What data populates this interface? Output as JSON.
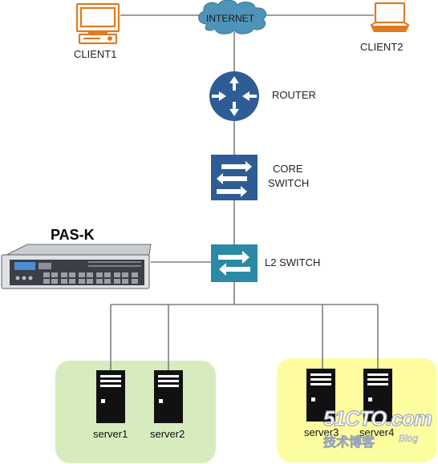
{
  "nodes": {
    "internet": {
      "label": "INTERNET"
    },
    "client1": {
      "label": "CLIENT1"
    },
    "client2": {
      "label": "CLIENT2"
    },
    "router": {
      "label": "ROUTER"
    },
    "core_switch": {
      "label_line1": "CORE",
      "label_line2": "SWITCH"
    },
    "l2_switch": {
      "label": "L2 SWITCH"
    },
    "pas_k": {
      "label": "PAS-K"
    },
    "server1": {
      "label": "server1"
    },
    "server2": {
      "label": "server2"
    },
    "server3": {
      "label": "server3"
    },
    "server4": {
      "label": "server4"
    }
  },
  "groups": {
    "left": {
      "color": "#d6ecbf"
    },
    "right": {
      "color": "#fdfda0"
    }
  },
  "colors": {
    "client_orange": "#e07a1f",
    "cloud_blue": "#4f93b8",
    "router_blue": "#2d5d94",
    "core_switch_blue": "#2d5d94",
    "l2_switch_teal": "#2a8aa6",
    "link_gray": "#7f7f7f"
  },
  "watermark": {
    "main": "51CTO.com",
    "sub": "技术博客",
    "blog": "Blog"
  },
  "icons": {
    "client1": "desktop-computer-icon",
    "client2": "laptop-icon",
    "internet": "cloud-icon",
    "router": "router-icon",
    "core_switch": "switch-icon",
    "l2_switch": "switch-icon",
    "pas_k": "rack-appliance-icon",
    "servers": "server-tower-icon"
  }
}
